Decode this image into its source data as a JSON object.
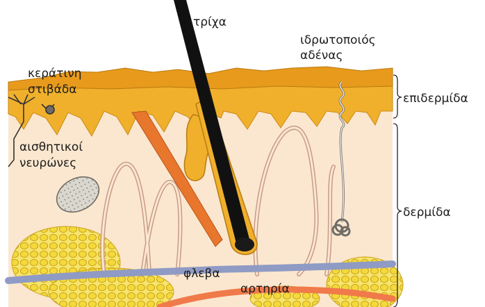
{
  "labels": {
    "hair": "τρίχα",
    "sweat_gland_line1": "ιδρωτοποιός",
    "sweat_gland_line2": "αδένας",
    "keratin_line1": "κεράτινη",
    "keratin_line2": "στιβάδα",
    "nerves_line1": "αισθητικοί",
    "nerves_line2": "νευρώνες",
    "epidermis": "επιδερμίδα",
    "dermis": "δερμίδα",
    "vein": "φλεβα",
    "artery": "αρτηρία"
  },
  "colors": {
    "epidermis": "#f0b02c",
    "keratin": "#e89a1c",
    "dermis": "#fbe7cf",
    "hair": "#111111",
    "vein": "#8f9bc4",
    "artery": "#f07a4a",
    "fat": "#f4e04a",
    "vessel_lines": "#c89a8a"
  }
}
